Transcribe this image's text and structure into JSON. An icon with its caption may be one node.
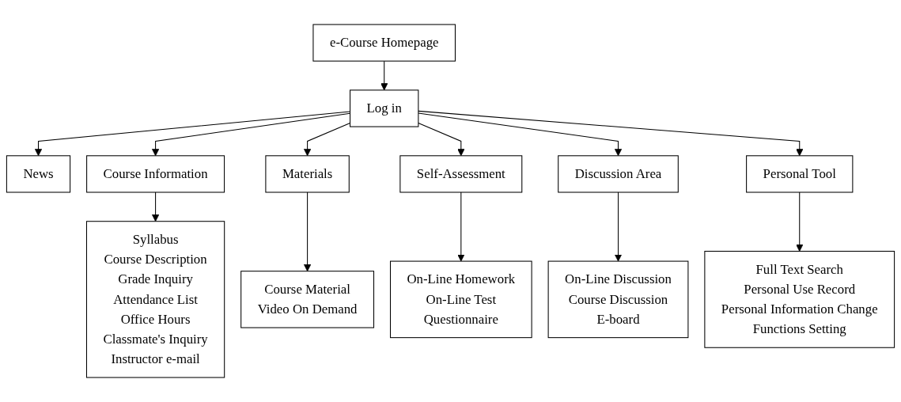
{
  "diagram": {
    "nodes": [
      {
        "text": [
          "e-Course Homepage"
        ]
      },
      {
        "text": [
          "Log in"
        ]
      },
      {
        "text": [
          "News"
        ]
      },
      {
        "text": [
          "Course Information"
        ]
      },
      {
        "text": [
          "Materials"
        ]
      },
      {
        "text": [
          "Self-Assessment"
        ]
      },
      {
        "text": [
          "Discussion Area"
        ]
      },
      {
        "text": [
          "Personal Tool"
        ]
      },
      {
        "text": [
          "Syllabus",
          "Course Description",
          "Grade Inquiry",
          "Attendance List",
          "Office Hours",
          "Classmate's Inquiry",
          "Instructor e-mail"
        ]
      },
      {
        "text": [
          "Course Material",
          "Video On Demand"
        ]
      },
      {
        "text": [
          "On-Line Homework",
          "On-Line Test",
          "Questionnaire"
        ]
      },
      {
        "text": [
          "On-Line Discussion",
          "Course Discussion",
          "E-board"
        ]
      },
      {
        "text": [
          "Full Text Search",
          "Personal Use Record",
          "Personal Information Change",
          "Functions Setting"
        ]
      }
    ],
    "edges": [
      {
        "from": 0,
        "to": 1,
        "arrow": "to"
      },
      {
        "from": 1,
        "to": 2,
        "arrow": "to"
      },
      {
        "from": 1,
        "to": 3,
        "arrow": "to"
      },
      {
        "from": 1,
        "to": 4,
        "arrow": "to"
      },
      {
        "from": 1,
        "to": 5,
        "arrow": "to"
      },
      {
        "from": 1,
        "to": 6,
        "arrow": "to"
      },
      {
        "from": 1,
        "to": 7,
        "arrow": "to"
      },
      {
        "from": 3,
        "to": 8,
        "arrow": "to"
      },
      {
        "from": 4,
        "to": 9,
        "arrow": "to"
      },
      {
        "from": 5,
        "to": 10,
        "arrow": "to"
      },
      {
        "from": 6,
        "to": 11,
        "arrow": "to"
      },
      {
        "from": 7,
        "to": 12,
        "arrow": "to"
      }
    ]
  }
}
